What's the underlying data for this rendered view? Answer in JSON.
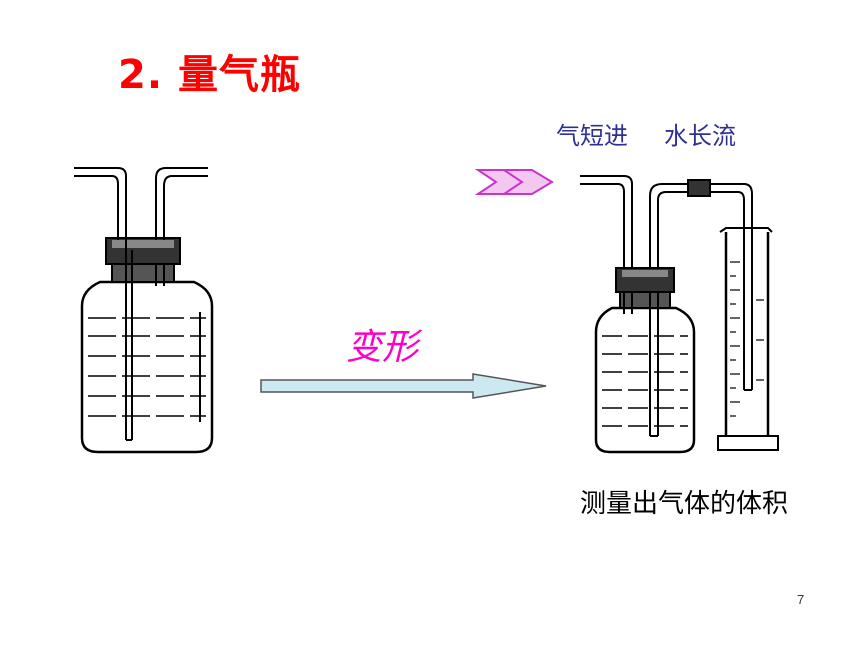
{
  "slide": {
    "title": "2. 量气瓶",
    "hint_short_in": "气短进",
    "hint_water_out": "水长流",
    "morph_label": "变形",
    "caption": "测量出气体的体积",
    "page_number": "7"
  },
  "colors": {
    "title": "#ff0000",
    "hint": "#2e3192",
    "morph_label": "#ff00cc",
    "arrow_fill": "#cce9f2",
    "arrow_stroke": "#555555",
    "entry_arrow": "#cc33cc"
  },
  "icons": {
    "left_apparatus": "gas-washing-bottle-icon",
    "right_apparatus": "gas-measuring-bottle-with-cylinder-icon",
    "transform_arrow": "right-arrow-icon",
    "entry_arrow": "double-chevron-right-icon"
  }
}
